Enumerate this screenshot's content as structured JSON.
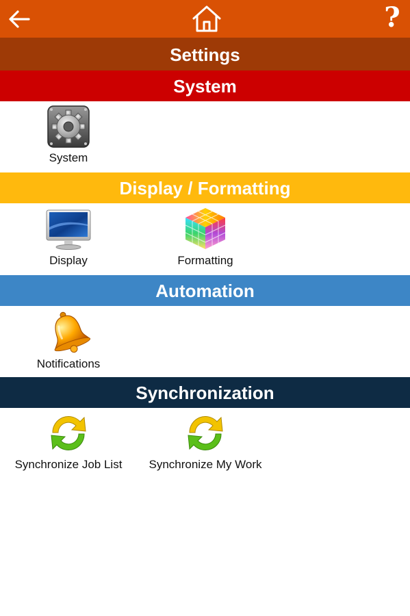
{
  "header": {
    "back_icon": "arrow-left-icon",
    "home_icon": "home-icon",
    "help_label": "?"
  },
  "page": {
    "title": "Settings"
  },
  "sections": {
    "system": {
      "title": "System",
      "color": "#cc0000",
      "items": [
        {
          "label": "System",
          "icon": "gear-icon"
        }
      ]
    },
    "display": {
      "title": "Display / Formatting",
      "color": "#ffb90d",
      "items": [
        {
          "label": "Display",
          "icon": "monitor-icon"
        },
        {
          "label": "Formatting",
          "icon": "color-cube-icon"
        }
      ]
    },
    "automation": {
      "title": "Automation",
      "color": "#3d86c6",
      "items": [
        {
          "label": "Notifications",
          "icon": "bell-icon"
        }
      ]
    },
    "sync": {
      "title": "Synchronization",
      "color": "#0e2b44",
      "items": [
        {
          "label": "Synchronize Job List",
          "icon": "sync-icon"
        },
        {
          "label": "Synchronize My Work",
          "icon": "sync-icon"
        }
      ]
    }
  },
  "colors": {
    "topbar": "#d95104",
    "title_bar": "#9e3a06"
  }
}
